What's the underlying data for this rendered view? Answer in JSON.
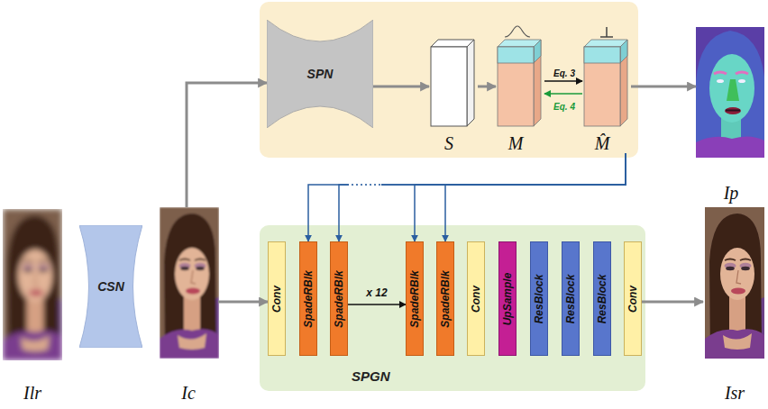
{
  "diagram": {
    "nodes": [
      {
        "text": [
          "Ilr"
        ]
      },
      {
        "text": [
          "CSN"
        ]
      },
      {
        "text": [
          "Ic"
        ]
      },
      {
        "text": [
          "SPN"
        ]
      },
      {
        "text": [
          "S"
        ]
      },
      {
        "text": [
          "M"
        ]
      },
      {
        "text": [
          "M̂"
        ]
      },
      {
        "text": [
          "Ip"
        ]
      },
      {
        "text": [
          "SPGN"
        ]
      },
      {
        "text": [
          "Conv"
        ],
        "in": 8
      },
      {
        "text": [
          "SpadeRBlk"
        ],
        "in": 8
      },
      {
        "text": [
          "SpadeRBlk"
        ],
        "in": 8
      },
      {
        "text": [
          "SpadeRBlk"
        ],
        "in": 8
      },
      {
        "text": [
          "SpadeRBlk"
        ],
        "in": 8
      },
      {
        "text": [
          "Conv"
        ],
        "in": 8
      },
      {
        "text": [
          "UpSample"
        ],
        "in": 8
      },
      {
        "text": [
          "ResBlock"
        ],
        "in": 8
      },
      {
        "text": [
          "ResBlock"
        ],
        "in": 8
      },
      {
        "text": [
          "ResBlock"
        ],
        "in": 8
      },
      {
        "text": [
          "Conv"
        ],
        "in": 8
      },
      {
        "text": [
          "Isr"
        ]
      }
    ],
    "edges": [
      {
        "from": 2,
        "to": 3,
        "arrow": "to"
      },
      {
        "from": 3,
        "to": 4,
        "arrow": "to"
      },
      {
        "from": 4,
        "to": 5,
        "arrow": "to"
      },
      {
        "from": 5,
        "to": 6,
        "label": "Eq. 3",
        "arrow": "to"
      },
      {
        "from": 6,
        "to": 5,
        "label": "Eq. 4",
        "arrow": "to"
      },
      {
        "from": 6,
        "to": 7,
        "arrow": "to"
      },
      {
        "from": 2,
        "to": 9,
        "arrow": "to"
      },
      {
        "from": 6,
        "to": 10,
        "arrow": "to"
      },
      {
        "from": 6,
        "to": 11,
        "arrow": "to"
      },
      {
        "from": 6,
        "to": 12,
        "arrow": "to"
      },
      {
        "from": 6,
        "to": 13,
        "arrow": "to"
      },
      {
        "from": 11,
        "to": 12,
        "label": "x 12",
        "arrow": "to"
      },
      {
        "from": 19,
        "to": 20,
        "arrow": "to"
      }
    ]
  }
}
